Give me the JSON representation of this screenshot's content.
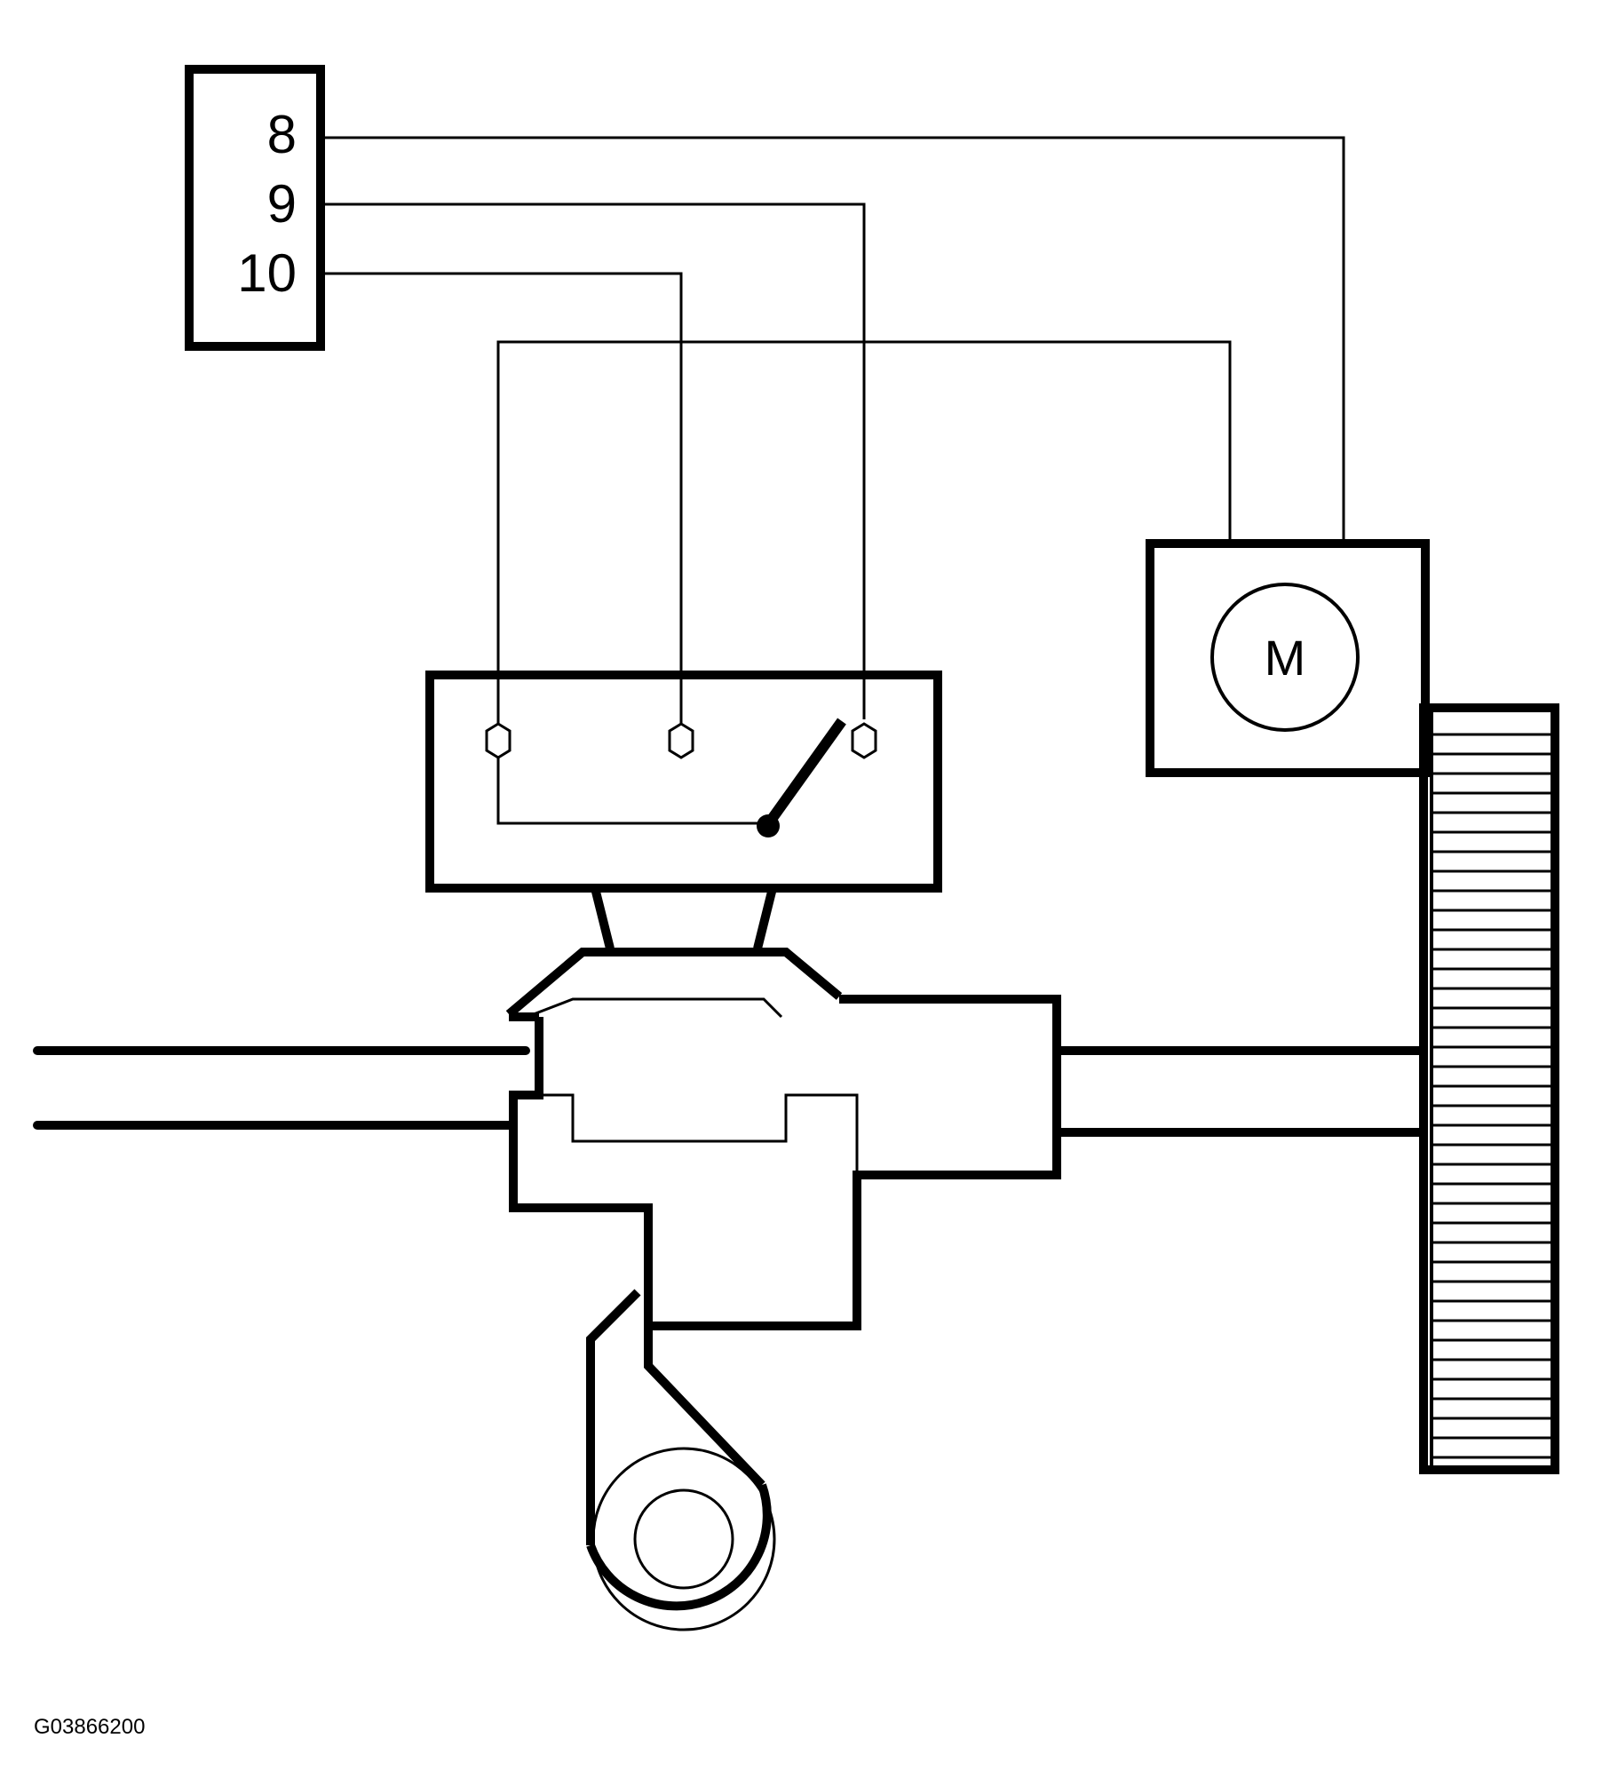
{
  "connector": {
    "pins": [
      "8",
      "9",
      "10"
    ]
  },
  "motor": {
    "label": "M"
  },
  "figure_id": "G03866200",
  "colors": {
    "line": "#000000",
    "background": "#ffffff"
  }
}
